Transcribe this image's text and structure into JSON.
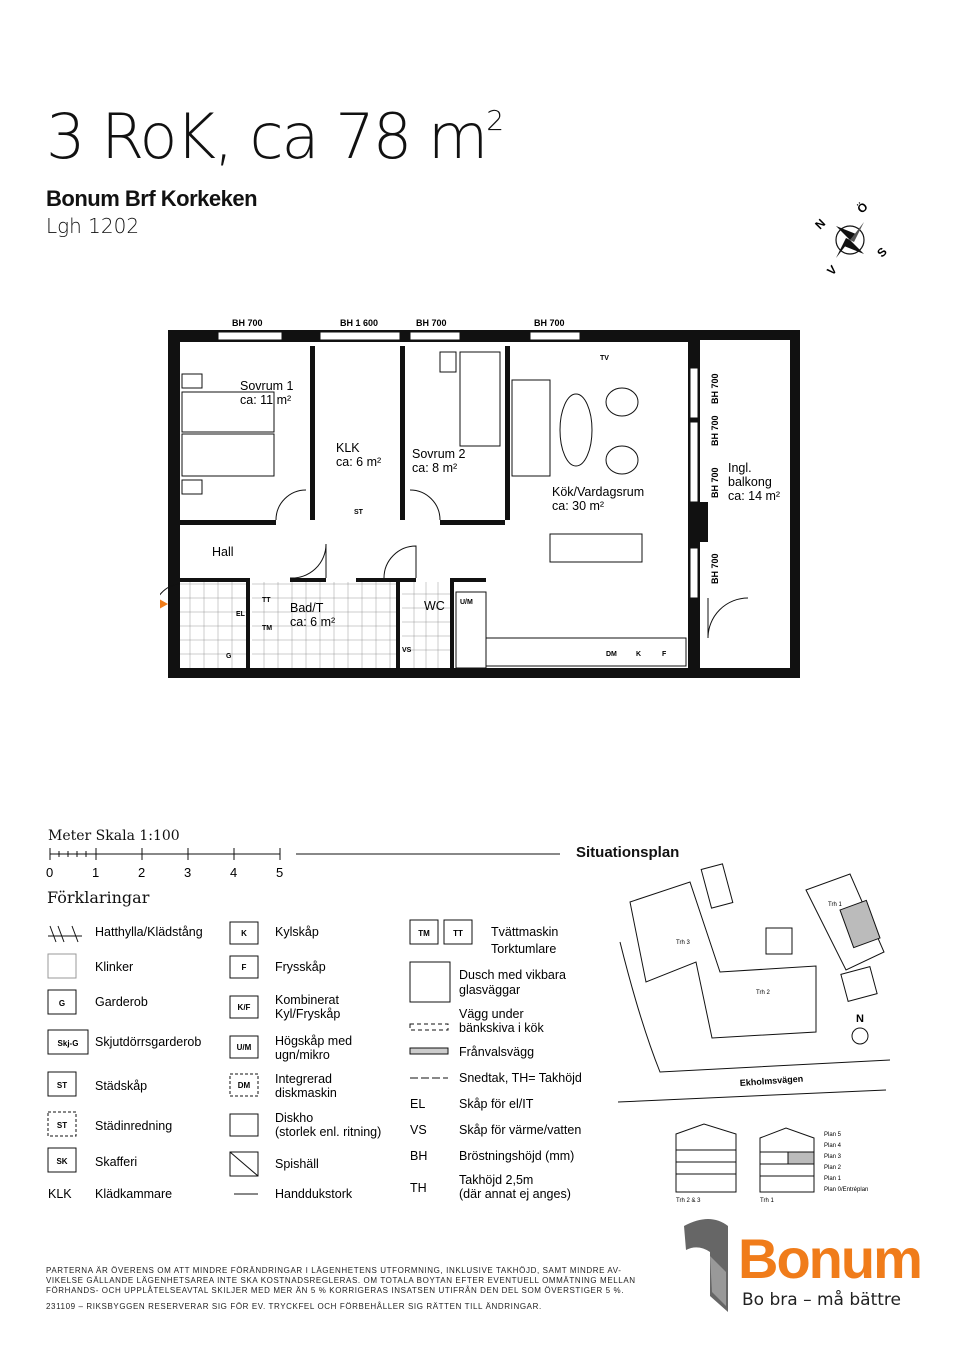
{
  "header": {
    "title": "3 RoK, ca 78 m",
    "title_sup": "2",
    "project": "Bonum Brf Korkeken",
    "apartment": "Lgh 1202"
  },
  "compass": {
    "n": "N",
    "o": "Ö",
    "s": "S",
    "v": "V"
  },
  "floorplan": {
    "window_labels": [
      "BH 700",
      "BH 1 600",
      "BH 700",
      "BH 700"
    ],
    "side_window_labels": [
      "BH 700",
      "BH 700",
      "BH 700",
      "BH 700"
    ],
    "rooms": {
      "sovrum1": {
        "name": "Sovrum 1",
        "area": "ca: 11 m²"
      },
      "klk": {
        "name": "KLK",
        "area": "ca: 6 m²"
      },
      "sovrum2": {
        "name": "Sovrum 2",
        "area": "ca: 8 m²"
      },
      "kok": {
        "name": "Kök/Vardagsrum",
        "area": "ca: 30 m²"
      },
      "balkong": {
        "line1": "Ingl.",
        "line2": "balkong",
        "area": "ca: 14 m²"
      },
      "hall": {
        "name": "Hall"
      },
      "bad": {
        "name": "Bad/T",
        "area": "ca: 6 m²"
      },
      "wc": {
        "name": "WC"
      }
    },
    "fixtures": {
      "tv": "TV",
      "st": "ST",
      "tt": "TT",
      "tm": "TM",
      "el": "EL",
      "g": "G",
      "um": "U/M",
      "vs": "VS",
      "dm": "DM",
      "k": "K",
      "f": "F"
    }
  },
  "scale": {
    "label": "Meter   Skala 1:100",
    "ticks": [
      "0",
      "1",
      "2",
      "3",
      "4",
      "5"
    ]
  },
  "legend": {
    "title": "Förklaringar",
    "col1": [
      {
        "symbol": "",
        "label": "Hatthylla/Klädstång"
      },
      {
        "symbol": "",
        "label": "Klinker"
      },
      {
        "symbol": "G",
        "label": "Garderob"
      },
      {
        "symbol": "Skj-G",
        "label": "Skjutdörrsgarderob"
      },
      {
        "symbol": "ST",
        "label": "Städskåp"
      },
      {
        "symbol": "ST",
        "label": "Städinredning"
      },
      {
        "symbol": "SK",
        "label": "Skafferi"
      },
      {
        "symbol": "KLK",
        "label": "Klädkammare"
      }
    ],
    "col2": [
      {
        "symbol": "K",
        "label1": "Kylskåp",
        "label2": ""
      },
      {
        "symbol": "F",
        "label1": "Frysskåp",
        "label2": ""
      },
      {
        "symbol": "K/F",
        "label1": "Kombinerat",
        "label2": "Kyl/Fryskåp"
      },
      {
        "symbol": "U/M",
        "label1": "Högskåp med",
        "label2": "ugn/mikro"
      },
      {
        "symbol": "DM",
        "label1": "Integrerad",
        "label2": "diskmaskin"
      },
      {
        "symbol": "",
        "label1": "Diskho",
        "label2": "(storlek enl. ritning)"
      },
      {
        "symbol": "",
        "label1": "Spishäll",
        "label2": ""
      },
      {
        "symbol": "",
        "label1": "Handdukstork",
        "label2": ""
      }
    ],
    "col3": [
      {
        "symbol": "TM",
        "symbol2": "TT",
        "label1": "Tvättmaskin",
        "label2": "Torktumlare"
      },
      {
        "symbol": "",
        "label1": "Dusch med vikbara",
        "label2": "glasväggar"
      },
      {
        "symbol": "",
        "label1": "Vägg under",
        "label2": "bänkskiva i kök"
      },
      {
        "symbol": "",
        "label1": "Frånvalsvägg",
        "label2": ""
      },
      {
        "symbol": "",
        "label1": "Snedtak, TH= Takhöjd",
        "label2": ""
      },
      {
        "symbol": "EL",
        "label1": "Skåp för el/IT",
        "label2": ""
      },
      {
        "symbol": "VS",
        "label1": "Skåp för värme/vatten",
        "label2": ""
      },
      {
        "symbol": "BH",
        "label1": "Bröstningshöjd (mm)",
        "label2": ""
      },
      {
        "symbol": "TH",
        "label1": "Takhöjd 2,5m",
        "label2": "(där annat ej anges)"
      }
    ]
  },
  "situation": {
    "title": "Situationsplan",
    "street": "Ekholmsvägen",
    "north": "N",
    "houses": [
      "Trh 1",
      "Trh 3",
      "Trh 2"
    ],
    "elevation_left": "Trh 2 & 3",
    "elevation_right": "Trh 1",
    "floors": [
      "Plan 5",
      "Plan 4",
      "Plan 3",
      "Plan 2",
      "Plan 1",
      "Plan 0/Entréplan"
    ]
  },
  "footer": {
    "disclaimer": "Parterna är överens om att mindre förändringar i lägenhetens utformning, inklusive takhöjd, samt mindre av-vikelse gällande lägenhetsarea inte ska kostnadsregleras. Om totala boytan efter eventuell ommätning mellan förhands- och upplåtelseavtal skiljer med mer än 5 % korrigeras insatsen utifrån den del som överstiger 5 %.",
    "ref": "231109 – RIKSBYGGEN RESERVERAR SIG FÖR EV. TRYCKFEL OCH FÖRBEHÅLLER SIG RÄTTEN TILL ÄNDRINGAR.",
    "brand": "Bonum",
    "slogan": "Bo bra – må bättre"
  },
  "colors": {
    "accent": "#f07c1a",
    "ink": "#111111",
    "wall": "#111111",
    "grey": "#bdbdbd"
  }
}
